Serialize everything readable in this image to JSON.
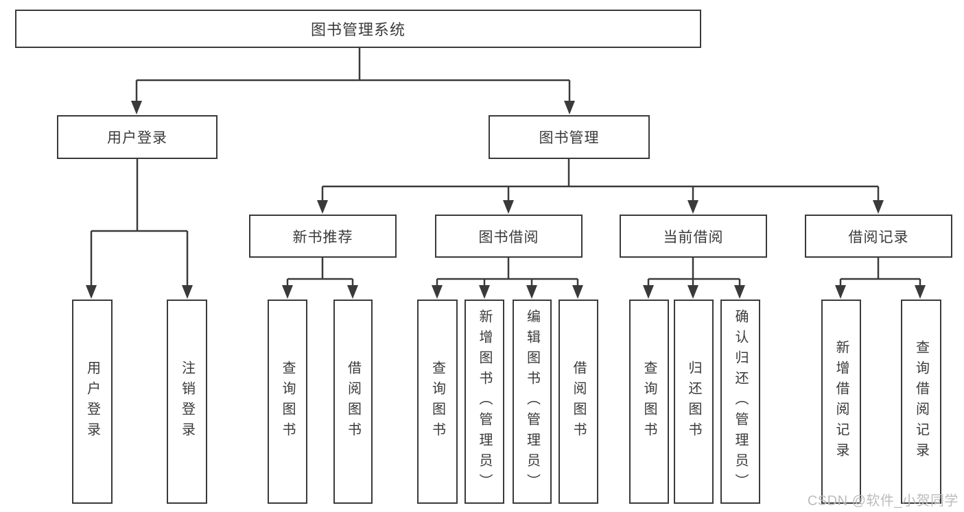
{
  "diagram": {
    "title": "图书管理系统",
    "root": {
      "label": "图书管理系统"
    },
    "level2": [
      {
        "id": "user-login",
        "label": "用户登录"
      },
      {
        "id": "book-management",
        "label": "图书管理"
      }
    ],
    "level3": [
      {
        "id": "new-book-recommend",
        "label": "新书推荐",
        "parent": "图书管理"
      },
      {
        "id": "book-borrow",
        "label": "图书借阅",
        "parent": "图书管理"
      },
      {
        "id": "current-borrow",
        "label": "当前借阅",
        "parent": "图书管理"
      },
      {
        "id": "borrow-record",
        "label": "借阅记录",
        "parent": "图书管理"
      }
    ],
    "leaves": {
      "user_login": [
        {
          "label": "用户登录"
        },
        {
          "label": "注销登录"
        }
      ],
      "new_book": [
        {
          "label": "查询图书"
        },
        {
          "label": "借阅图书"
        }
      ],
      "book_borrow": [
        {
          "label": "查询图书"
        },
        {
          "label": "新增图书（管理员）"
        },
        {
          "label": "编辑图书（管理员）"
        },
        {
          "label": "借阅图书"
        }
      ],
      "current_borrow": [
        {
          "label": "查询图书"
        },
        {
          "label": "归还图书"
        },
        {
          "label": "确认归还（管理员）"
        }
      ],
      "borrow_record": [
        {
          "label": "新增借阅记录"
        },
        {
          "label": "查询借阅记录"
        }
      ]
    }
  },
  "watermark": "CSDN @软件_小贺同学",
  "colors": {
    "line": "#3a3a3a",
    "text": "#3a3a3a",
    "background": "#ffffff",
    "watermark": "#bcbcbc"
  }
}
